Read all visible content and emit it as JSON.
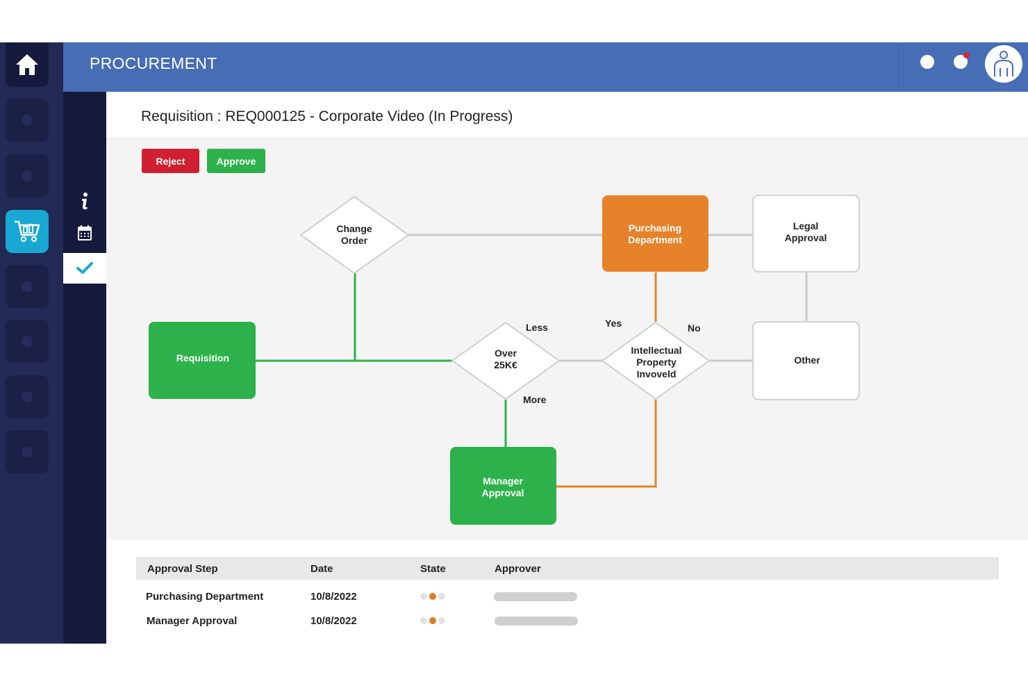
{
  "header": {
    "title": "PROCUREMENT"
  },
  "requisition": {
    "title": "Requisition : REQ000125 - Corporate Video (In Progress)"
  },
  "actions": {
    "reject_label": "Reject",
    "approve_label": "Approve"
  },
  "flow": {
    "nodes": {
      "change_order": [
        "Change",
        "Order"
      ],
      "purchasing": [
        "Purchasing",
        "Department"
      ],
      "legal": [
        "Legal",
        "Approval"
      ],
      "requisition": [
        "Requisition"
      ],
      "over25": [
        "Over",
        "25K€"
      ],
      "ip": [
        "Intellectual",
        "Property",
        "Invoveld"
      ],
      "other": [
        "Other"
      ],
      "manager": [
        "Manager",
        "Approval"
      ]
    },
    "edge_labels": {
      "less": "Less",
      "more": "More",
      "yes": "Yes",
      "no": "No"
    },
    "colors": {
      "green": "#2db14a",
      "orange": "#e6832a",
      "grey": "#c9c9c9",
      "white": "#ffffff"
    }
  },
  "table": {
    "headers": [
      "Approval Step",
      "Date",
      "State",
      "Approver"
    ],
    "rows": [
      {
        "step": "Purchasing Department",
        "date": "10/8/2022",
        "state_active": 2,
        "state_total": 3
      },
      {
        "step": "Manager Approval",
        "date": "10/8/2022",
        "state_active": 2,
        "state_total": 3
      }
    ]
  },
  "icons": {
    "rail": [
      "home-icon",
      "cart-icon"
    ],
    "subrail": [
      "info-icon",
      "calendar-icon",
      "check-icon"
    ],
    "header": [
      "user-avatar-icon"
    ]
  }
}
